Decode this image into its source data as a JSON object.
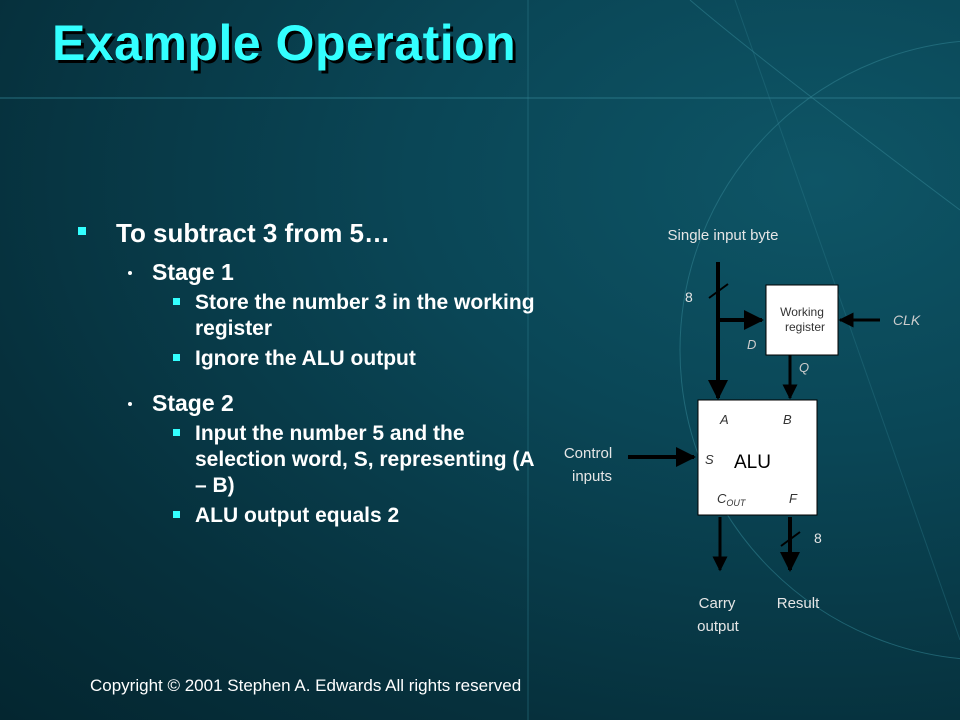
{
  "title": "Example Operation",
  "bullets": {
    "main": "To subtract 3 from 5…",
    "stage1": {
      "label": "Stage 1",
      "items": [
        "Store the number 3 in the working register",
        "Ignore the ALU output"
      ]
    },
    "stage2": {
      "label": "Stage 2",
      "items": [
        "Input the number 5 and the selection word, S, representing (A – B)",
        "ALU output equals 2"
      ]
    }
  },
  "diagram": {
    "single_input": "Single input byte",
    "bus_width_in": "8",
    "working_register_line1": "Working",
    "working_register_line2": "register",
    "clk": "CLK",
    "d": "D",
    "q": "Q",
    "a": "A",
    "b": "B",
    "s": "S",
    "alu": "ALU",
    "cout_c": "C",
    "cout_sub": "OUT",
    "f": "F",
    "control_line1": "Control",
    "control_line2": "inputs",
    "bus_width_out": "8",
    "carry_line1": "Carry",
    "carry_line2": "output",
    "result": "Result"
  },
  "footer": "Copyright © 2001 Stephen A. Edwards All rights reserved",
  "colors": {
    "title": "#33ffff",
    "bullet_marker": "#33ffff",
    "text": "#ffffff"
  }
}
